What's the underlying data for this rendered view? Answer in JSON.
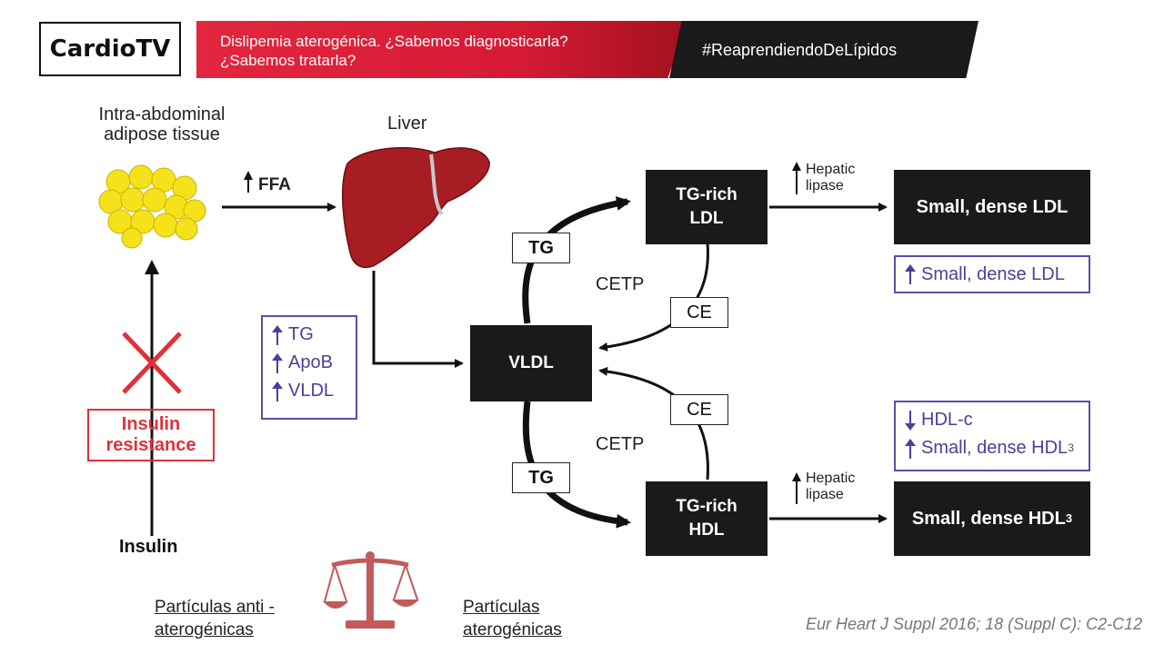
{
  "header": {
    "logo": "CardioTV",
    "title_line1": "Dislipemia aterogénica. ¿Sabemos diagnosticarla?",
    "title_line2": "¿Sabemos tratarla?",
    "hashtag": "#ReaprendiendoDeLípidos"
  },
  "diagram": {
    "adipose_label_line1": "Intra-abdominal",
    "adipose_label_line2": "adipose tissue",
    "liver_label": "Liver",
    "ffa_label": "FFA",
    "insulin_resistance_line1": "Insulin",
    "insulin_resistance_line2": "resistance",
    "insulin_label": "Insulin",
    "vldl": "VLDL",
    "tg_rich_ldl_line1": "TG-rich",
    "tg_rich_ldl_line2": "LDL",
    "tg_rich_hdl_line1": "TG-rich",
    "tg_rich_hdl_line2": "HDL",
    "tg_upper": "TG",
    "tg_lower": "TG",
    "ce_upper": "CE",
    "ce_lower": "CE",
    "cetp_upper": "CETP",
    "cetp_lower": "CETP",
    "hepatic_lipase_upper_line1": "Hepatic",
    "hepatic_lipase_upper_line2": "lipase",
    "hepatic_lipase_lower_line1": "Hepatic",
    "hepatic_lipase_lower_line2": "lipase",
    "small_dense_ldl": "Small, dense LDL",
    "small_dense_hdl": "Small, dense HDL",
    "small_dense_hdl_sub": "3",
    "vldl_effects": [
      "TG",
      "ApoB",
      "VLDL"
    ],
    "ldl_effect": "Small, dense LDL",
    "hdl_effect_down": "HDL-c",
    "hdl_effect_up": "Small, dense HDL",
    "hdl_effect_up_sub": "3"
  },
  "footer": {
    "anti_line1": "Partículas anti -",
    "anti_line2": "aterogénicas",
    "ather_line1": "Partículas",
    "ather_line2": "aterogénicas",
    "citation": "Eur Heart J Suppl 2016; 18 (Suppl C): C2-C12"
  },
  "colors": {
    "banner_red": "#d71a33",
    "banner_dark": "#1a1a1a",
    "adipose_yellow": "#f5e21a",
    "liver_red": "#a81c23",
    "cross_red": "#e0303a",
    "effect_purple": "#5a4fa8",
    "scale_pink": "#c25a5a"
  }
}
